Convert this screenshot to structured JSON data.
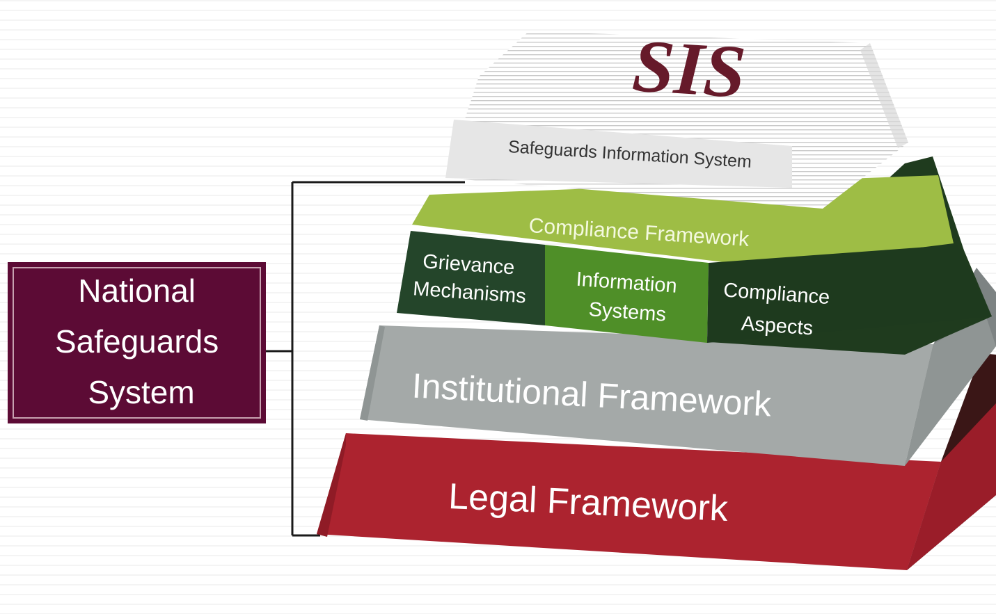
{
  "national_box": {
    "lines": [
      "National",
      "Safeguards",
      "System"
    ]
  },
  "layers": {
    "sis": {
      "title": "SIS",
      "subtitle": "Safeguards Information System"
    },
    "compliance": {
      "label": "Compliance Framework",
      "blocks": [
        {
          "lines": [
            "Grievance",
            "Mechanisms"
          ]
        },
        {
          "lines": [
            "Information",
            "Systems"
          ]
        },
        {
          "lines": [
            "Compliance",
            "Aspects"
          ]
        }
      ]
    },
    "institutional": {
      "label": "Institutional Framework"
    },
    "legal": {
      "label": "Legal Framework"
    }
  },
  "colors": {
    "maroon": "#5c0b35",
    "sis_text": "#661a2a",
    "light_green": "#9ebd45",
    "dark_green": "#1f3b1e",
    "mid_green": "#4f8f28",
    "gray": "#a4a9a8",
    "red": "#ac232f"
  }
}
